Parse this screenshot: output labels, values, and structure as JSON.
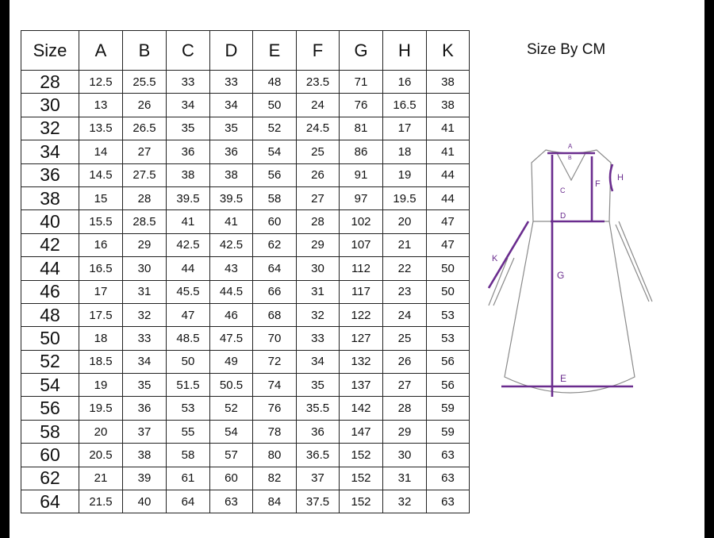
{
  "units_label": "Size By CM",
  "table": {
    "headers": [
      "Size",
      "A",
      "B",
      "C",
      "D",
      "E",
      "F",
      "G",
      "H",
      "K"
    ],
    "rows": [
      [
        "28",
        "12.5",
        "25.5",
        "33",
        "33",
        "48",
        "23.5",
        "71",
        "16",
        "38"
      ],
      [
        "30",
        "13",
        "26",
        "34",
        "34",
        "50",
        "24",
        "76",
        "16.5",
        "38"
      ],
      [
        "32",
        "13.5",
        "26.5",
        "35",
        "35",
        "52",
        "24.5",
        "81",
        "17",
        "41"
      ],
      [
        "34",
        "14",
        "27",
        "36",
        "36",
        "54",
        "25",
        "86",
        "18",
        "41"
      ],
      [
        "36",
        "14.5",
        "27.5",
        "38",
        "38",
        "56",
        "26",
        "91",
        "19",
        "44"
      ],
      [
        "38",
        "15",
        "28",
        "39.5",
        "39.5",
        "58",
        "27",
        "97",
        "19.5",
        "44"
      ],
      [
        "40",
        "15.5",
        "28.5",
        "41",
        "41",
        "60",
        "28",
        "102",
        "20",
        "47"
      ],
      [
        "42",
        "16",
        "29",
        "42.5",
        "42.5",
        "62",
        "29",
        "107",
        "21",
        "47"
      ],
      [
        "44",
        "16.5",
        "30",
        "44",
        "43",
        "64",
        "30",
        "112",
        "22",
        "50"
      ],
      [
        "46",
        "17",
        "31",
        "45.5",
        "44.5",
        "66",
        "31",
        "117",
        "23",
        "50"
      ],
      [
        "48",
        "17.5",
        "32",
        "47",
        "46",
        "68",
        "32",
        "122",
        "24",
        "53"
      ],
      [
        "50",
        "18",
        "33",
        "48.5",
        "47.5",
        "70",
        "33",
        "127",
        "25",
        "53"
      ],
      [
        "52",
        "18.5",
        "34",
        "50",
        "49",
        "72",
        "34",
        "132",
        "26",
        "56"
      ],
      [
        "54",
        "19",
        "35",
        "51.5",
        "50.5",
        "74",
        "35",
        "137",
        "27",
        "56"
      ],
      [
        "56",
        "19.5",
        "36",
        "53",
        "52",
        "76",
        "35.5",
        "142",
        "28",
        "59"
      ],
      [
        "58",
        "20",
        "37",
        "55",
        "54",
        "78",
        "36",
        "147",
        "29",
        "59"
      ],
      [
        "60",
        "20.5",
        "38",
        "58",
        "57",
        "80",
        "36.5",
        "152",
        "30",
        "63"
      ],
      [
        "62",
        "21",
        "39",
        "61",
        "60",
        "82",
        "37",
        "152",
        "31",
        "63"
      ],
      [
        "64",
        "21.5",
        "40",
        "64",
        "63",
        "84",
        "37.5",
        "152",
        "32",
        "63"
      ]
    ]
  },
  "diagram": {
    "labels": {
      "a": "A",
      "b": "B",
      "c": "C",
      "d": "D",
      "e": "E",
      "f": "F",
      "g": "G",
      "h": "H",
      "k": "K"
    },
    "colors": {
      "measure": "#6a2c8e",
      "outline": "#8a8a8a"
    }
  }
}
